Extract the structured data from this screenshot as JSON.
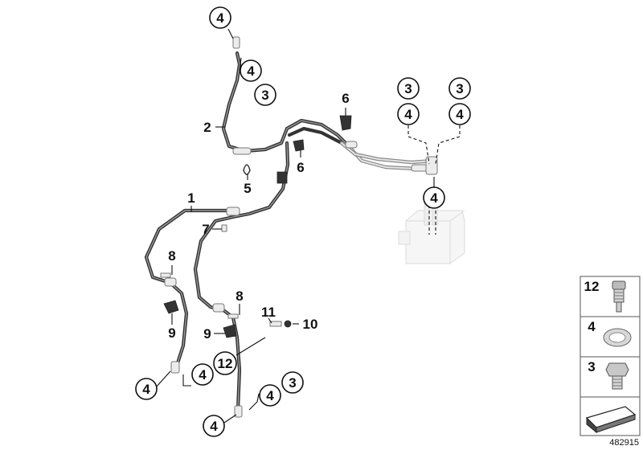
{
  "diagram_id": "482915",
  "callouts": {
    "c1": "1",
    "c2": "2",
    "c3a": "3",
    "c4a": "4",
    "c4b": "4",
    "c3b": "3",
    "c3c": "3",
    "c4c": "4",
    "c4d": "4",
    "c4e": "4",
    "c5": "5",
    "c6a": "6",
    "c6b": "6",
    "c7": "7",
    "c8a": "8",
    "c8b": "8",
    "c9a": "9",
    "c9b": "9",
    "c10": "10",
    "c11": "11",
    "c12": "12",
    "c4f": "4",
    "c4g": "4",
    "c4h": "4",
    "c4i": "4",
    "c3d": "3"
  },
  "legend": {
    "row1_label": "12",
    "row2_label": "4",
    "row3_label": "3",
    "icons": [
      "banjo-bolt-icon",
      "sealing-ring-icon",
      "hollow-screw-icon",
      "arrow-symbol-icon"
    ]
  }
}
